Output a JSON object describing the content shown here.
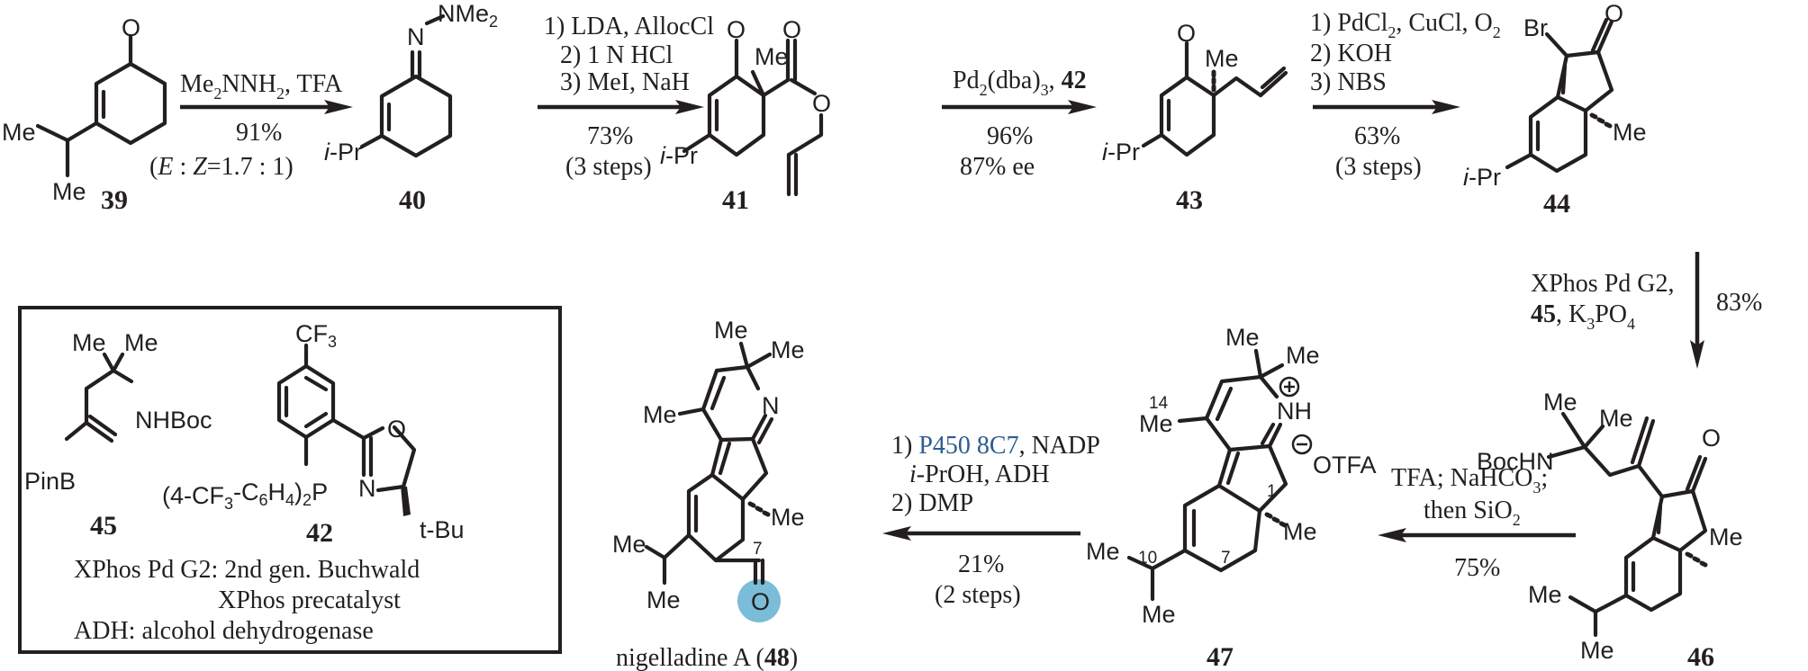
{
  "title": "Total synthesis of nigelladine A",
  "colors": {
    "ink": "#231f20",
    "highlight_circle": "#7bbcd8",
    "enzyme_text": "#2d5d8f"
  },
  "compounds": {
    "c39": {
      "label": "39",
      "substituents": [
        "O",
        "Me",
        "Me"
      ]
    },
    "c40": {
      "label": "40",
      "substituents": [
        "N",
        "NMe",
        "2",
        "i",
        "-Pr"
      ]
    },
    "c41": {
      "label": "41",
      "substituents": [
        "O",
        "Me",
        "O",
        "O",
        "i",
        "-Pr"
      ]
    },
    "c43": {
      "label": "43",
      "substituents": [
        "O",
        "Me",
        "i",
        "-Pr"
      ]
    },
    "c44": {
      "label": "44",
      "substituents": [
        "Br",
        "O",
        "Me",
        "i",
        "-Pr"
      ]
    },
    "c46": {
      "label": "46",
      "substituents": [
        "Me",
        "Me",
        "BocHN",
        "O",
        "Me",
        "Me",
        "Me"
      ]
    },
    "c47": {
      "label": "47",
      "substituents": [
        "Me",
        "Me",
        "NH",
        "14",
        "Me",
        "OTFA",
        "1",
        "Me",
        "7",
        "10",
        "Me",
        "Me"
      ],
      "charges": [
        "+",
        "−"
      ]
    },
    "c48": {
      "name": "nigelladine A (",
      "label": "48",
      "close": ")",
      "substituents": [
        "Me",
        "Me",
        "N",
        "Me",
        "Me",
        "7",
        "Me",
        "Me",
        "O"
      ]
    },
    "c45": {
      "label": "45",
      "substituents": [
        "Me",
        "Me",
        "NHBoc",
        "PinB"
      ]
    },
    "c42": {
      "label": "42",
      "substituents": [
        "CF",
        "3",
        "O",
        "N",
        "t-Bu",
        "(4-CF",
        "3",
        "-C",
        "6",
        "H",
        "4",
        ")",
        "2",
        "P"
      ]
    }
  },
  "steps": [
    {
      "id": "step1",
      "above": {
        "a": "Me",
        "a_sub": "2",
        "b": "NNH",
        "b_sub": "2",
        "c": ", TFA"
      },
      "yield": "91%",
      "note": {
        "open": "(",
        "e": "E",
        "sep1": " : ",
        "z": "Z",
        "rest": "=1.7 : 1)"
      }
    },
    {
      "id": "step2",
      "lines": [
        "1) LDA, AllocCl",
        "2) 1 N HCl",
        "3) MeI, NaH"
      ],
      "yield": "73%",
      "steps_note": "(3 steps)"
    },
    {
      "id": "step3",
      "above": {
        "a": "Pd",
        "a_sub": "2",
        "b": "(dba)",
        "b_sub": "3",
        "c": ", ",
        "ref": "42"
      },
      "yield": "96%",
      "ee": "87% ee"
    },
    {
      "id": "step4",
      "lines": [
        {
          "a": "1) PdCl",
          "a_sub": "2",
          "b": ", CuCl, O",
          "b_sub": "2"
        },
        "2) KOH",
        "3) NBS"
      ],
      "yield": "63%",
      "steps_note": "(3 steps)"
    },
    {
      "id": "step5",
      "line1": "XPhos Pd G2,",
      "line2": {
        "ref": "45",
        "a": ", K",
        "a_sub": "3",
        "b": "PO",
        "b_sub": "4"
      },
      "yield": "83%"
    },
    {
      "id": "step6",
      "line1": {
        "a": "TFA; NaHCO",
        "a_sub": "3",
        "b": ";"
      },
      "line2": {
        "a": "then SiO",
        "a_sub": "2"
      },
      "yield": "75%"
    },
    {
      "id": "step7",
      "line1": {
        "num": "1) ",
        "enzyme": "P450 8C7",
        "rest": ", NADP"
      },
      "line2": {
        "i": "i",
        "rest": "-PrOH, ADH"
      },
      "line3": "2) DMP",
      "yield": "21%",
      "steps_note": "(2 steps)"
    }
  ],
  "legend": {
    "line1": "XPhos Pd G2: 2nd gen. Buchwald",
    "line2": "XPhos precatalyst",
    "line3": "ADH: alcohol dehydrogenase"
  }
}
